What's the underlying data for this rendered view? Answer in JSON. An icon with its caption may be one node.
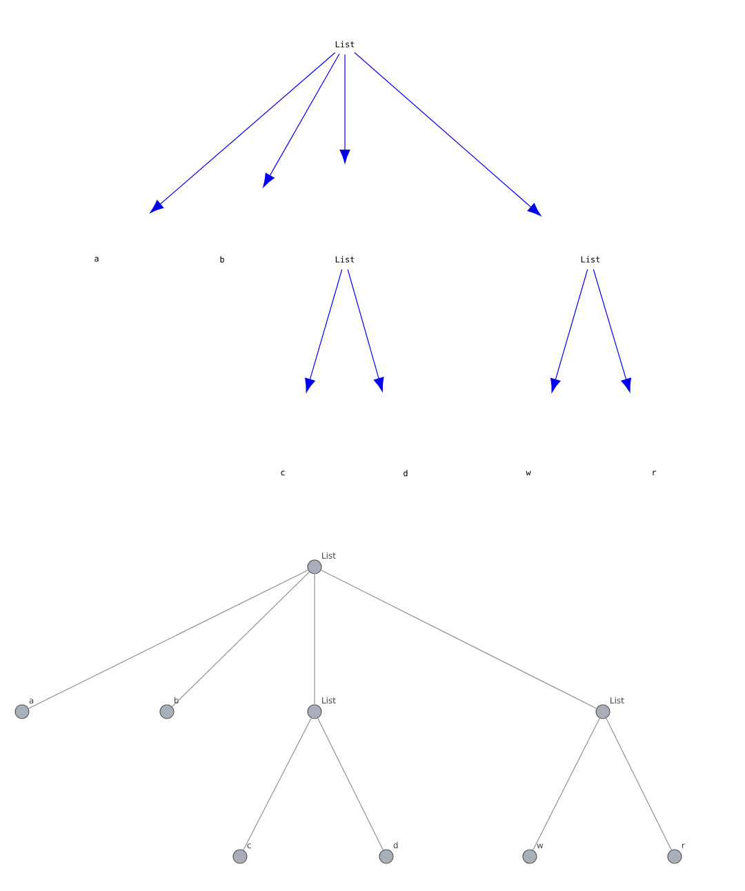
{
  "diagram": {
    "nodes": [
      {
        "text": [
          "List"
        ]
      },
      {
        "text": [
          "a"
        ]
      },
      {
        "text": [
          "b"
        ]
      },
      {
        "text": [
          "List"
        ]
      },
      {
        "text": [
          "List"
        ]
      },
      {
        "text": [
          "c"
        ]
      },
      {
        "text": [
          "d"
        ]
      },
      {
        "text": [
          "w"
        ]
      },
      {
        "text": [
          "r"
        ]
      },
      {
        "text": [],
        "shape": "circle",
        "beside": [
          "List"
        ]
      },
      {
        "text": [],
        "shape": "circle",
        "beside": [
          "a"
        ]
      },
      {
        "text": [],
        "shape": "circle",
        "beside": [
          "b"
        ]
      },
      {
        "text": [],
        "shape": "circle",
        "beside": [
          "List"
        ]
      },
      {
        "text": [],
        "shape": "circle",
        "beside": [
          "List"
        ]
      },
      {
        "text": [],
        "shape": "circle",
        "beside": [
          "c"
        ]
      },
      {
        "text": [],
        "shape": "circle",
        "beside": [
          "d"
        ]
      },
      {
        "text": [],
        "shape": "circle",
        "beside": [
          "w"
        ]
      },
      {
        "text": [],
        "shape": "circle",
        "beside": [
          "r"
        ]
      }
    ],
    "edges": [
      {
        "from": 0,
        "to": 1,
        "arrow": "to",
        "color": "#0000ee"
      },
      {
        "from": 0,
        "to": 2,
        "arrow": "to",
        "color": "#0000ee"
      },
      {
        "from": 0,
        "to": 3,
        "arrow": "to",
        "color": "#0000ee"
      },
      {
        "from": 0,
        "to": 4,
        "arrow": "to",
        "color": "#0000ee"
      },
      {
        "from": 3,
        "to": 5,
        "arrow": "to",
        "color": "#0000ee"
      },
      {
        "from": 3,
        "to": 6,
        "arrow": "to",
        "color": "#0000ee"
      },
      {
        "from": 4,
        "to": 7,
        "arrow": "to",
        "color": "#0000ee"
      },
      {
        "from": 4,
        "to": 8,
        "arrow": "to",
        "color": "#0000ee"
      },
      {
        "from": 9,
        "to": 10,
        "arrow": "none",
        "color": "#8a9090"
      },
      {
        "from": 9,
        "to": 11,
        "arrow": "none",
        "color": "#8a9090"
      },
      {
        "from": 9,
        "to": 12,
        "arrow": "none",
        "color": "#8a9090"
      },
      {
        "from": 9,
        "to": 13,
        "arrow": "none",
        "color": "#8a9090"
      },
      {
        "from": 12,
        "to": 14,
        "arrow": "none",
        "color": "#8a9090"
      },
      {
        "from": 12,
        "to": 15,
        "arrow": "none",
        "color": "#8a9090"
      },
      {
        "from": 13,
        "to": 16,
        "arrow": "none",
        "color": "#8a9090"
      },
      {
        "from": 13,
        "to": 17,
        "arrow": "none",
        "color": "#8a9090"
      }
    ]
  }
}
